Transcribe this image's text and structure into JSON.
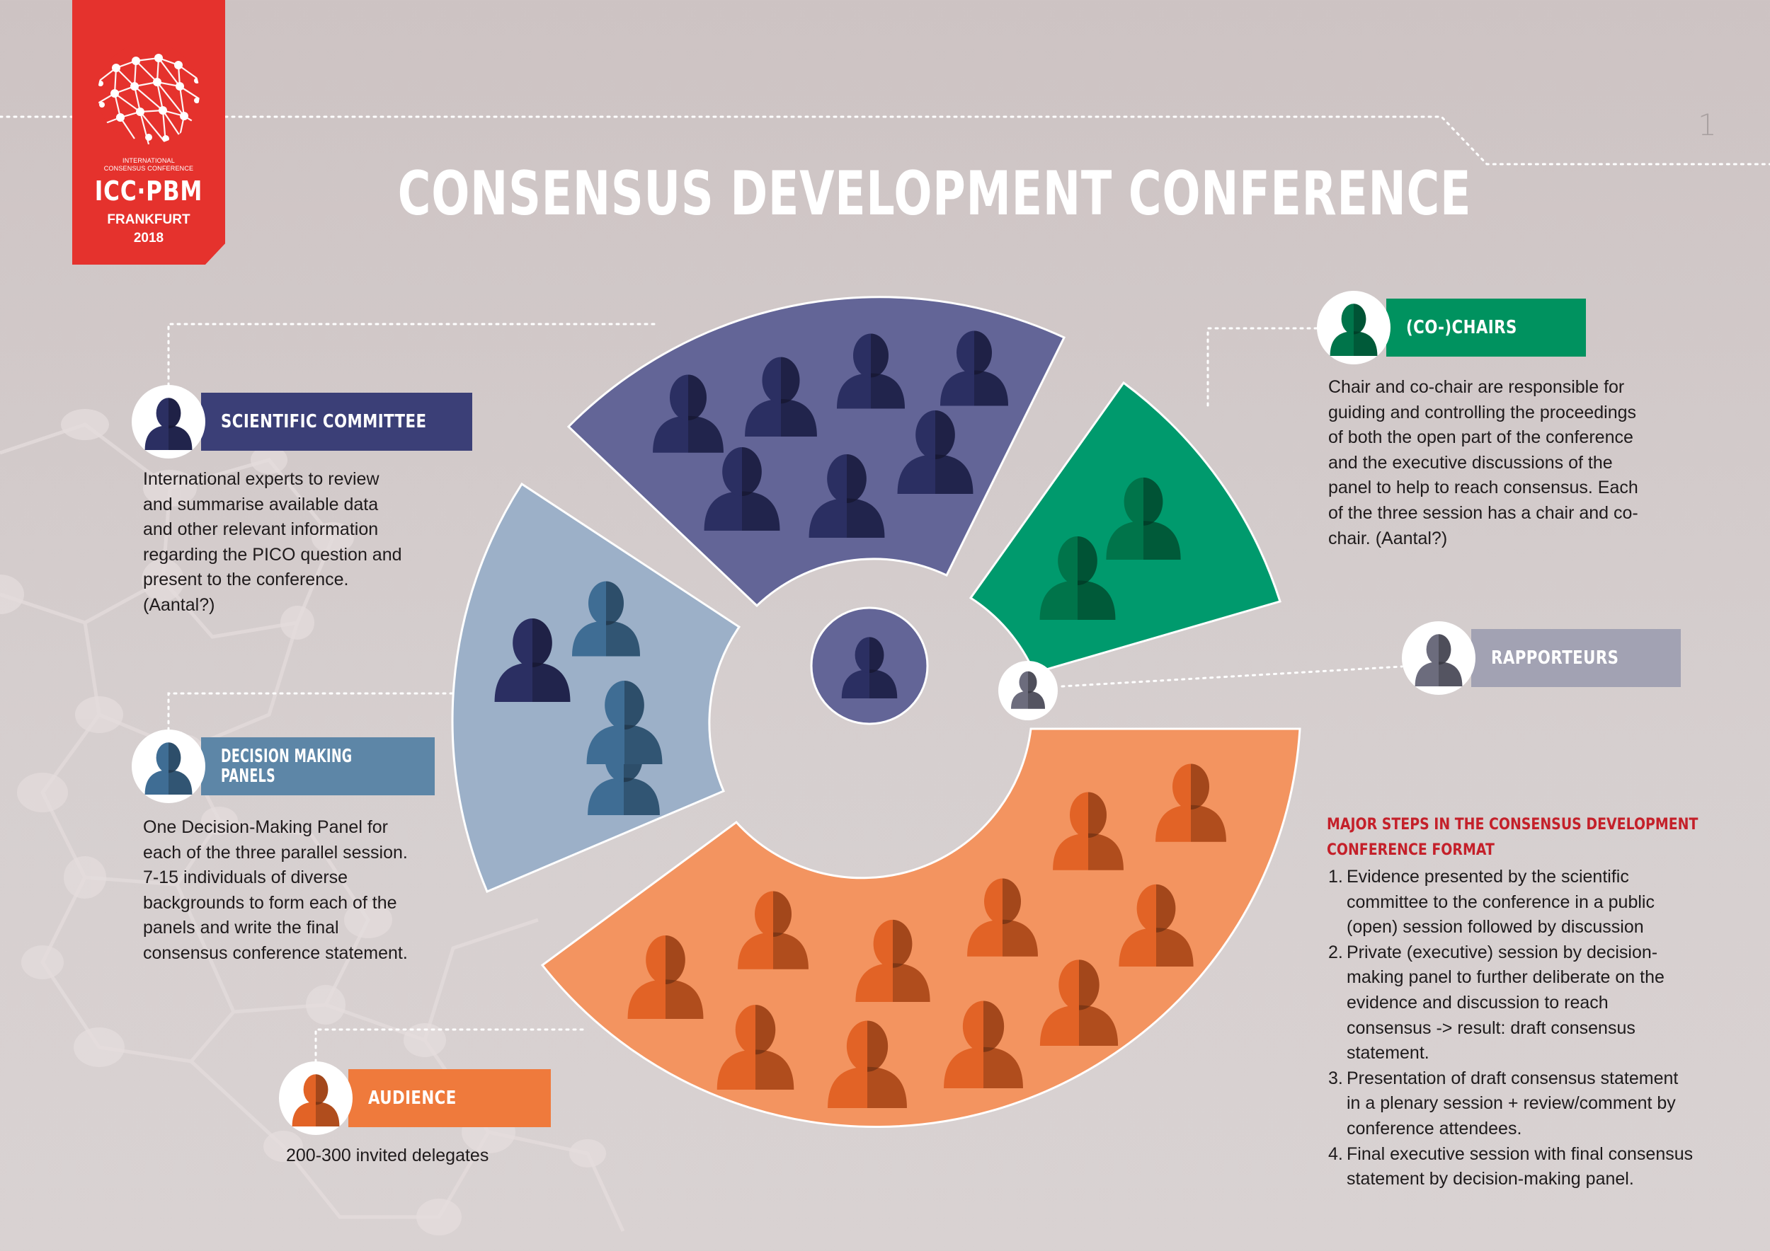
{
  "logo": {
    "small_line1": "INTERNATIONAL",
    "small_line2": "CONSENSUS CONFERENCE",
    "name": "ICC·PBM",
    "city": "FRANKFURT",
    "year": "2018"
  },
  "page_number": "1",
  "title": "CONSENSUS DEVELOPMENT CONFERENCE",
  "roles": {
    "scientific_committee": {
      "label": "SCIENTIFIC COMMITTEE",
      "description": "International experts to review and summarise available data and other relevant information regarding the PICO question and present to the conference. (Aantal?)",
      "color": "#3b3f77"
    },
    "decision_making_panels": {
      "label_line1": "DECISION MAKING",
      "label_line2": "PANELS",
      "description": "One Decision-Making Panel for each of the three parallel session. 7-15 individuals of diverse backgrounds to form each of the panels and write the final consensus conference statement.",
      "color": "#5d86a7"
    },
    "audience": {
      "label": "AUDIENCE",
      "description": "200-300 invited delegates",
      "color": "#ef7a3c"
    },
    "co_chairs": {
      "label": "(CO-)CHAIRS",
      "description": "Chair and co-chair are responsible for guiding and controlling the proceedings of both the open part of the conference and the executive discussions of the panel to help to reach consensus. Each of the three session has a chair and co-chair. (Aantal?)",
      "color": "#00925f"
    },
    "rapporteurs": {
      "label": "RAPPORTEURS",
      "color": "#a2a2b3"
    }
  },
  "steps": {
    "title": "MAJOR STEPS IN THE CONSENSUS DEVELOPMENT CONFERENCE FORMAT",
    "items": [
      {
        "num": "1.",
        "text": "Evidence presented by the scientific committee to the conference in a public (open) session followed by discussion"
      },
      {
        "num": "2.",
        "text": "Private (executive) session by decision-making panel to further deliberate on the evidence and discussion to reach consensus -> result: draft consensus statement."
      },
      {
        "num": "3.",
        "text": "Presentation of draft consensus statement in a plenary session + review/comment by conference attendees."
      },
      {
        "num": "4.",
        "text": "Final executive session with final consensus statement by decision-making panel."
      }
    ]
  }
}
